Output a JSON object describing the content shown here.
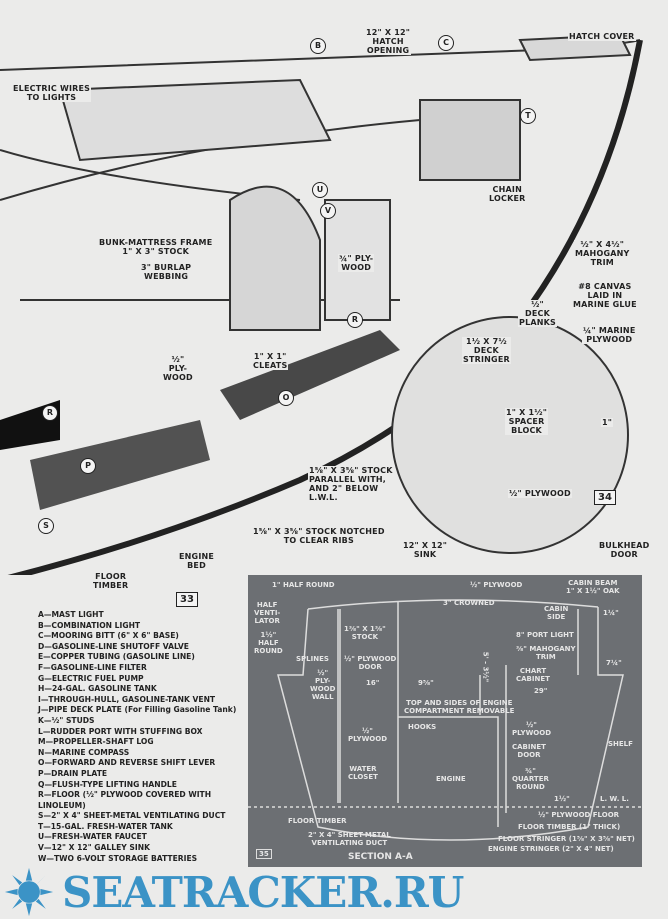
{
  "figure33": {
    "number": "33",
    "callouts": {
      "B": "B",
      "C": "C",
      "T": "T",
      "U": "U",
      "V": "V",
      "R1": "R",
      "R2": "R",
      "P": "P",
      "S": "S",
      "O": "O"
    },
    "labels": {
      "electric_wires": "ELECTRIC WIRES\nTO LIGHTS",
      "hatch_opening": "12\" X 12\"\nHATCH\nOPENING",
      "hatch_cover": "HATCH COVER",
      "chain_locker": "CHAIN\nLOCKER",
      "bunk_frame": "BUNK-MATTRESS FRAME\n1\" X 3\" STOCK",
      "burlap": "3\" BURLAP\nWEBBING",
      "ply_wood_34": "¾\" PLY-\nWOOD",
      "ply_wood_half": "½\"\nPLY-\nWOOD",
      "cleats": "1\" X 1\"\nCLEATS",
      "stock_parallel": "1⅝\" X 3⅝\" STOCK\nPARALLEL WITH,\nAND 2\" BELOW\nL.W.L.",
      "stock_notched": "1⅝\" X 3⅝\" STOCK NOTCHED\nTO CLEAR RIBS",
      "engine_bed": "ENGINE\nBED",
      "floor_timber": "FLOOR\nTIMBER"
    }
  },
  "figure34": {
    "number": "34",
    "labels": {
      "mahogany_trim": "½\" X 4½\"\nMAHOGANY\nTRIM",
      "canvas": "#8 CANVAS\nLAID IN\nMARINE GLUE",
      "deck_planks": "½\"\nDECK\nPLANKS",
      "marine_plywood": "¼\" MARINE\nPLYWOOD",
      "deck_stringer": "1½ X 7½\nDECK\nSTRINGER",
      "spacer_block": "1\" X 1½\"\nSPACER\nBLOCK",
      "one_inch": "1\"",
      "plywood": "½\" PLYWOOD",
      "sink": "12\" X 12\"\nSINK",
      "bulkhead_door": "BULKHEAD\nDOOR"
    }
  },
  "legend": [
    "A—MAST LIGHT",
    "B—COMBINATION LIGHT",
    "C—MOORING BITT (6\" X 6\" BASE)",
    "D—GASOLINE-LINE SHUTOFF VALVE",
    "E—COPPER TUBING (GASOLINE LINE)",
    "F—GASOLINE-LINE FILTER",
    "G—ELECTRIC FUEL PUMP",
    "H—24-GAL. GASOLINE TANK",
    "I—THROUGH-HULL, GASOLINE-TANK VENT",
    "J—PIPE DECK PLATE (For Filling Gasoline Tank)",
    "K—½\" STUDS",
    "L—RUDDER PORT WITH STUFFING BOX",
    "M—PROPELLER-SHAFT LOG",
    "N—MARINE COMPASS",
    "O—FORWARD AND REVERSE SHIFT LEVER",
    "P—DRAIN PLATE",
    "Q—FLUSH-TYPE LIFTING HANDLE",
    "R—FLOOR (½\" PLYWOOD COVERED WITH LINOLEUM)",
    "S—2\" X 4\" SHEET-METAL VENTILATING DUCT",
    "T—15-GAL. FRESH-WATER TANK",
    "U—FRESH-WATER FAUCET",
    "V—12\" X 12\" GALLEY SINK",
    "W—TWO 6-VOLT STORAGE BATTERIES"
  ],
  "figure35": {
    "number": "35",
    "caption": "SECTION A-A",
    "labels": {
      "half_round": "1\" HALF ROUND",
      "plywood_top": "½\" PLYWOOD",
      "cabin_beam": "CABIN BEAM\n1\" X 1½\" OAK",
      "crowned": "3\" CROWNED",
      "half_ventilator": "HALF\nVENTI-\nLATOR",
      "half_round_15": "1½\"\nHALF\nROUND",
      "splines": "SPLINES",
      "stock": "1⅜\" X 1⅜\"\nSTOCK",
      "cabin_side": "CABIN\nSIDE",
      "cabin_side_dim": "1¼\"",
      "port_light": "8\" PORT LIGHT",
      "height_dim": "5' - 3½\"",
      "mahogany_trim": "⅜\" MAHOGANY\nTRIM",
      "plywood_door": "½\" PLYWOOD\nDOOR",
      "plywood_wall": "½\"\nPLY-\nWOOD\nWALL",
      "dim_16": "16\"",
      "dim_9": "9⅝\"",
      "chart_cabinet": "CHART\nCABINET",
      "dim_29": "29\"",
      "dim_7": "7¼\"",
      "engine_compartment": "TOP AND SIDES OF ENGINE\nCOMPARTMENT REMOVABLE",
      "hooks": "HOOKS",
      "plywood_left": "½\"\nPLYWOOD",
      "plywood_right": "½\"\nPLYWOOD",
      "cabinet_door": "CABINET\nDOOR",
      "shelf": "SHELF",
      "water_closet": "WATER\nCLOSET",
      "engine": "ENGINE",
      "quarter_round": "¾\"\nQUARTER\nROUND",
      "dim_1_5": "1½\"",
      "lwl": "L. W. L.",
      "floor_timber": "FLOOR TIMBER",
      "plywood_floor": "½\" PLYWOOD FLOOR",
      "floor_timber_thick": "FLOOR TIMBER (1\" THICK)",
      "duct": "2\" X 4\" SHEET-METAL\nVENTILATING DUCT",
      "floor_stringer": "FLOOR STRINGER (1⅝\" X 3⅝\" NET)",
      "engine_stringer": "ENGINE STRINGER (2\" X 4\" NET)"
    }
  },
  "watermark": "SEATRACKER.RU",
  "colors": {
    "paper": "#ebebea",
    "blueprint": "#6c6f73",
    "watermark": "#3b93c6"
  }
}
